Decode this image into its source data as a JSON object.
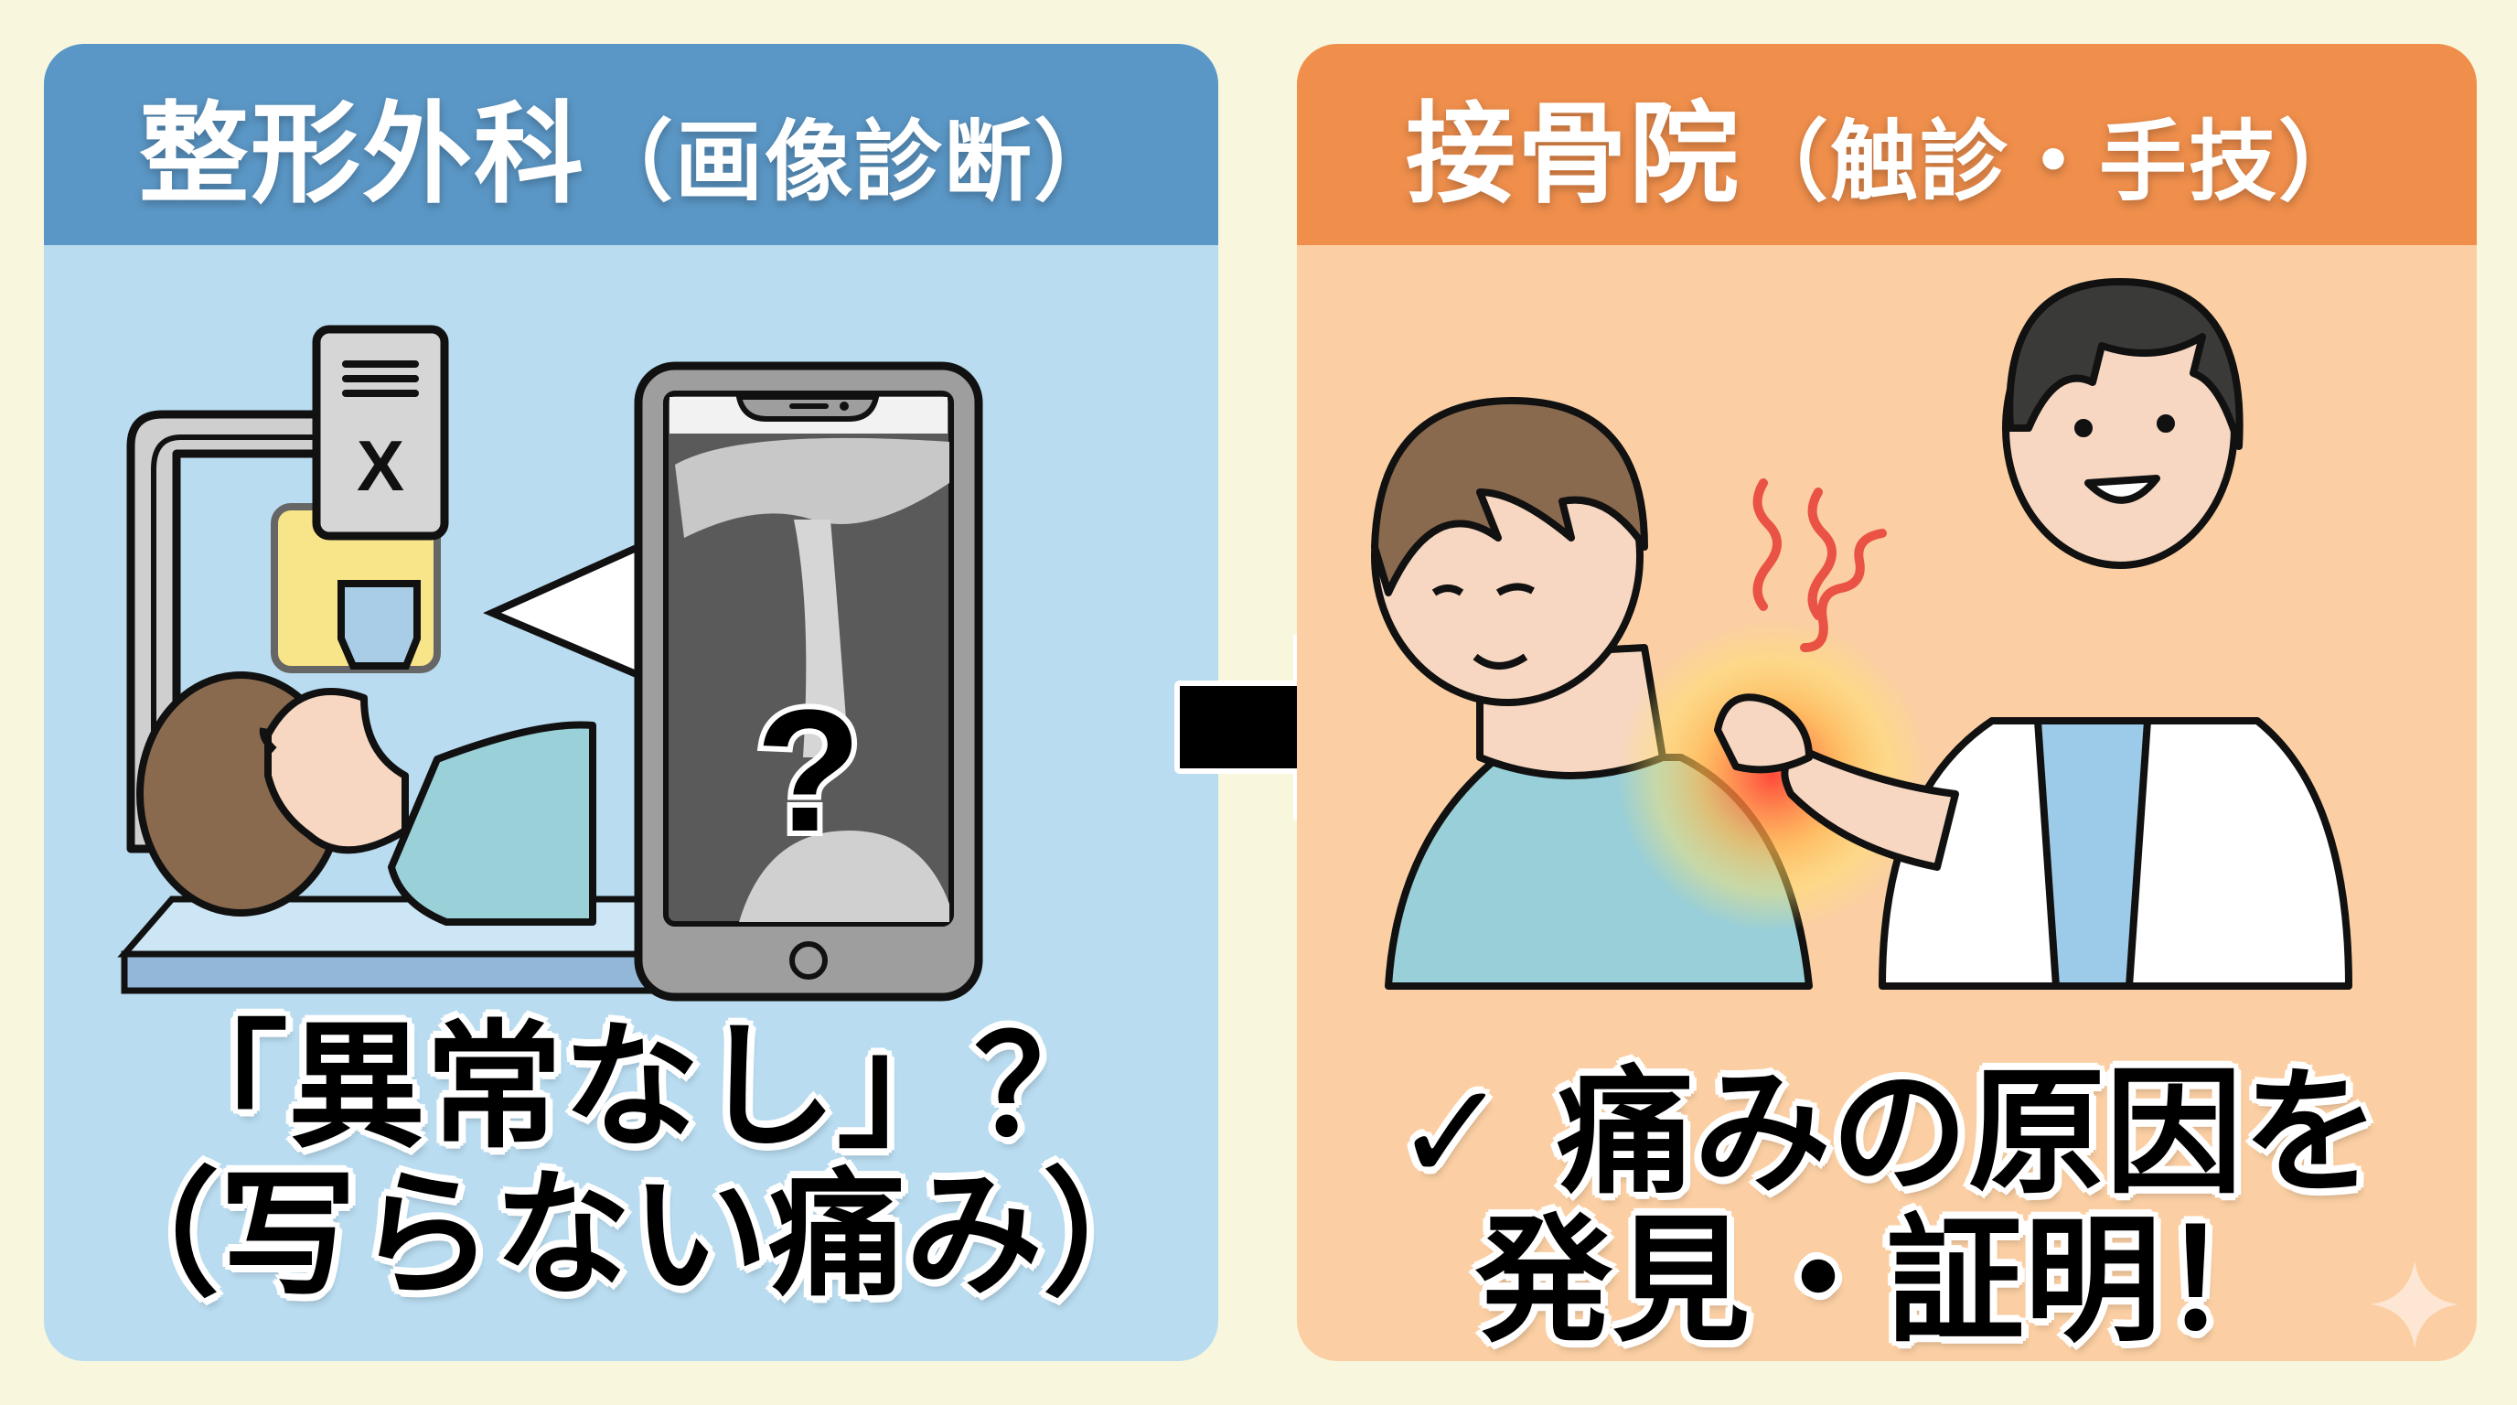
{
  "left_panel": {
    "title": "整形外科",
    "subtitle": "（画像診断）",
    "colors": {
      "header": "#5b97c6",
      "body": "#b9dcf0"
    },
    "illustration": {
      "xray_machine_label": "X",
      "xray_image_overlay": "?",
      "description": "patient lying under X-ray machine; tablet showing cervical spine X-ray with question mark"
    },
    "caption_line1": "「異常なし」？",
    "caption_line2": "（写らない痛み）"
  },
  "arrow": {
    "direction": "right"
  },
  "right_panel": {
    "title": "接骨院",
    "subtitle": "（触診・手技）",
    "colors": {
      "header": "#f08f4c",
      "body": "#fbcfa3"
    },
    "illustration": {
      "description": "practitioner in white coat palpating patient's neck/shoulder; red glow and pain squiggles"
    },
    "check_mark": "✓",
    "caption_line1": "痛みの原因を",
    "caption_line2": "発見・証明！"
  },
  "background_color": "#f8f7de"
}
